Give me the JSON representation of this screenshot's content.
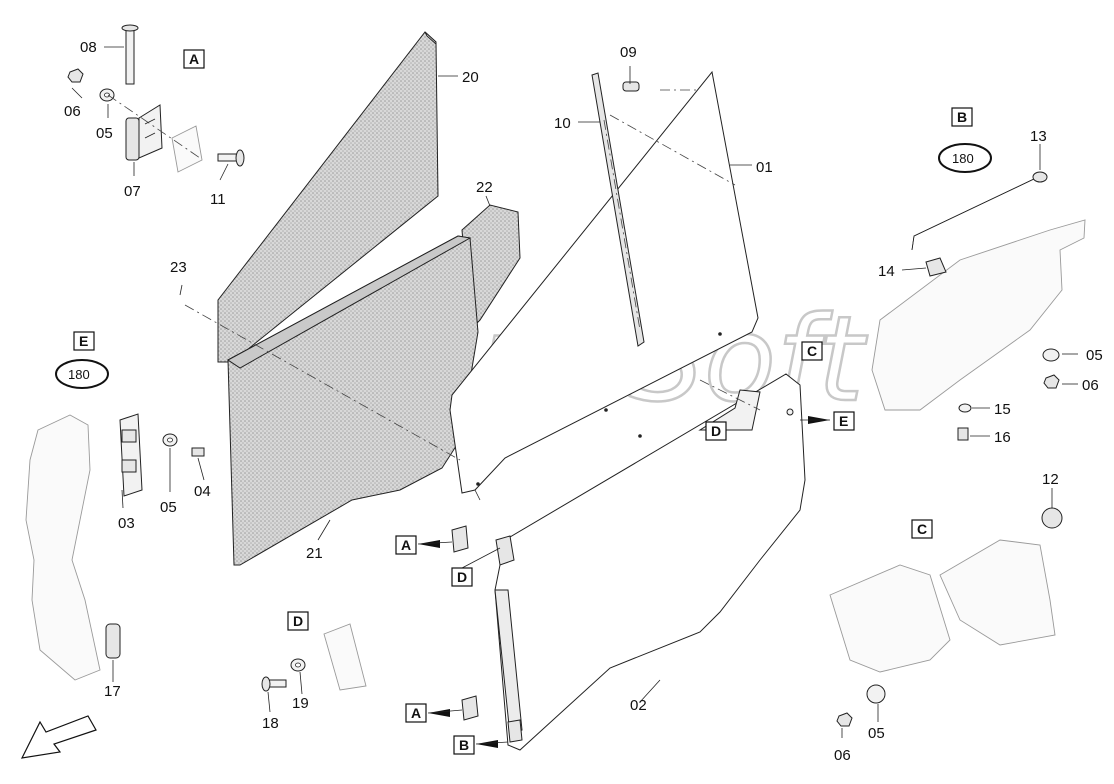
{
  "watermark": "AutoSoft",
  "rotation_label": "180",
  "box_labels": {
    "top_left": "A",
    "mid_e": "E",
    "bottom_d": "D",
    "right_b": "B",
    "right_c": "C",
    "arrow_a1": "A",
    "arrow_d1": "D",
    "arrow_a2": "A",
    "arrow_b": "B",
    "door_c": "C",
    "door_d": "D",
    "door_e": "E"
  },
  "part_numbers": {
    "p08": "08",
    "p06a": "06",
    "p05a": "05",
    "p07": "07",
    "p11": "11",
    "p20": "20",
    "p22": "22",
    "p23": "23",
    "p21": "21",
    "p09": "09",
    "p10": "10",
    "p01": "01",
    "p02": "02",
    "p03": "03",
    "p05b": "05",
    "p04": "04",
    "p17": "17",
    "p18": "18",
    "p19": "19",
    "p13": "13",
    "p14": "14",
    "p05c": "05",
    "p06c": "06",
    "p15": "15",
    "p16": "16",
    "p12": "12",
    "p06d": "06",
    "p05d": "05"
  }
}
